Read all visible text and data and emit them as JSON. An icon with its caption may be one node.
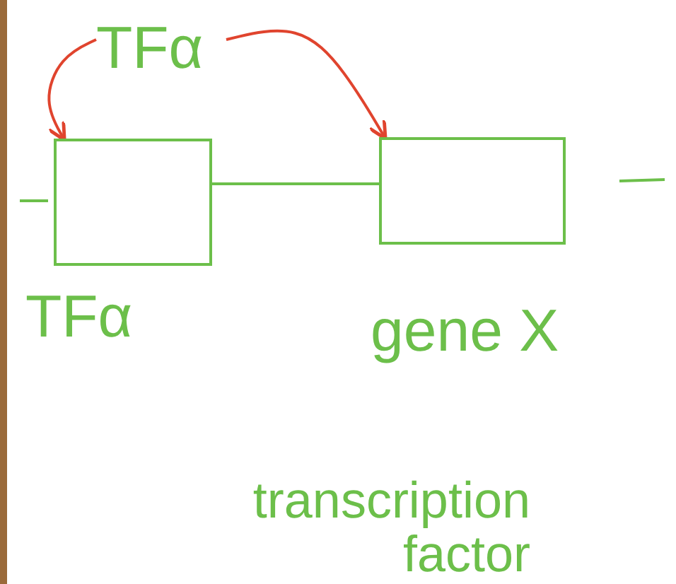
{
  "diagram": {
    "nodes": [
      {
        "text": [
          "TFα"
        ]
      },
      {
        "text": [],
        "shape": "box",
        "beside": [
          "TFα"
        ]
      },
      {
        "text": [],
        "shape": "box",
        "beside": [
          "gene X"
        ]
      }
    ],
    "edges": [
      {
        "from": 0,
        "to": 1,
        "arrow": "to"
      },
      {
        "from": 0,
        "to": 2,
        "arrow": "to"
      },
      {
        "from": 1,
        "to": 2,
        "arrow": "none",
        "color": "#6cbf4a"
      }
    ],
    "labels": [
      "transcription factor"
    ]
  }
}
